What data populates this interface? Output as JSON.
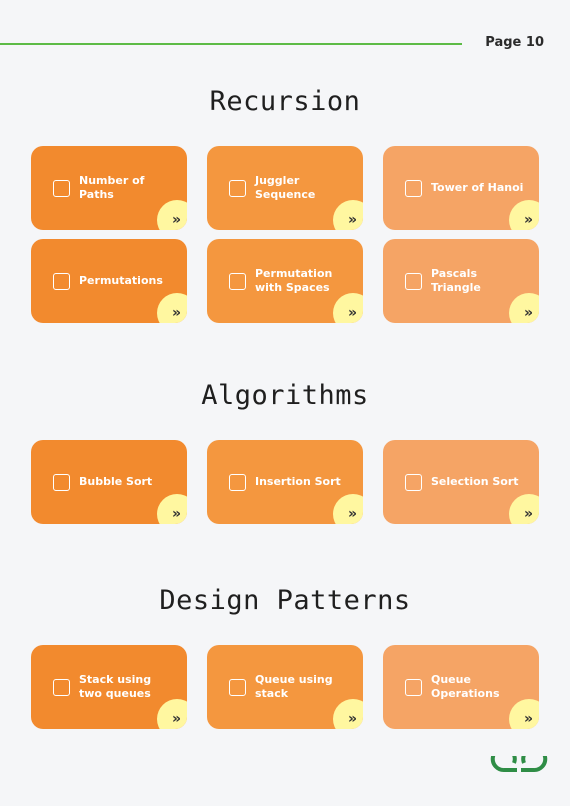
{
  "header": {
    "page_label": "Page 10"
  },
  "sections": [
    {
      "title": "Recursion",
      "items": [
        {
          "label": "Number of Paths"
        },
        {
          "label": "Juggler Sequence"
        },
        {
          "label": "Tower of Hanoi"
        },
        {
          "label": "Permutations"
        },
        {
          "label": "Permutation with Spaces"
        },
        {
          "label": "Pascals Triangle"
        }
      ]
    },
    {
      "title": "Algorithms",
      "items": [
        {
          "label": "Bubble Sort"
        },
        {
          "label": "Insertion Sort"
        },
        {
          "label": "Selection Sort"
        }
      ]
    },
    {
      "title": "Design Patterns",
      "items": [
        {
          "label": "Stack using two queues"
        },
        {
          "label": "Queue using stack"
        },
        {
          "label": "Queue Operations"
        }
      ]
    }
  ],
  "icons": {
    "corner_arrow": "»",
    "logo": "gfg-logo"
  },
  "colors": {
    "accent_line": "#5dbb46",
    "card_col1": "#f28a2e",
    "card_col2": "#f4973f",
    "card_col3": "#f5a465",
    "corner_badge": "#fff7a0",
    "logo": "#2f8d46"
  }
}
